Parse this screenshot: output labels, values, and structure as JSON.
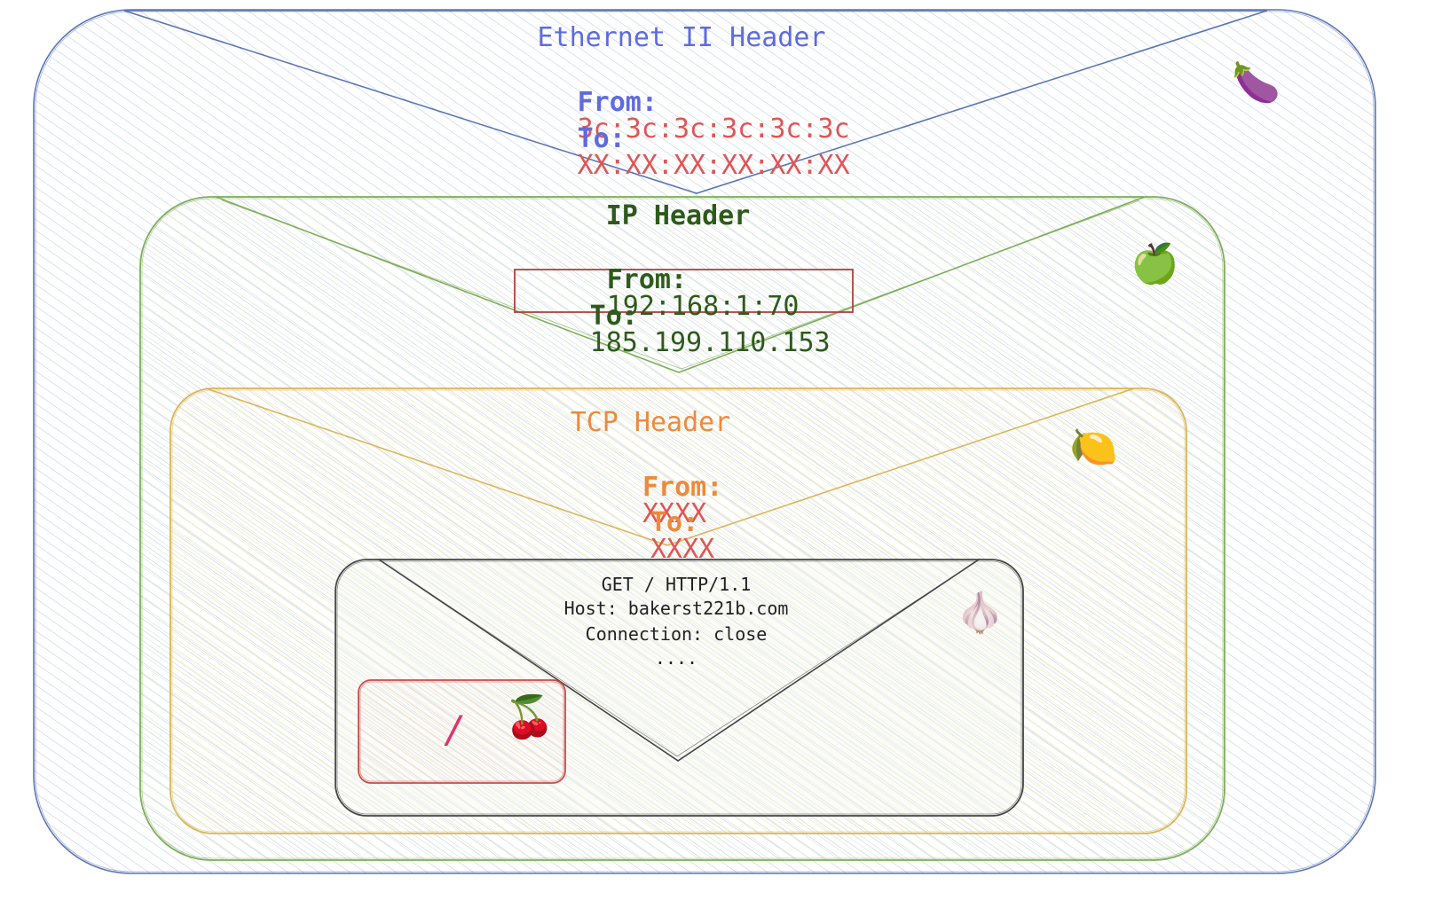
{
  "colors": {
    "ethernet": "#5b76b5",
    "ethernet_title": "#5e6be0",
    "ip": "#7fae5a",
    "ip_text": "#2e5a1b",
    "highlight": "#b24040",
    "tcp": "#d9b65a",
    "tcp_text": "#ee8a3a",
    "value_red": "#e05555",
    "http": "#444444",
    "cherry": "#c94a4a",
    "slash": "#e2336b"
  },
  "ethernet": {
    "title": "Ethernet II Header",
    "from_label": "From:",
    "from_value": "3c:3c:3c:3c:3c:3c",
    "to_label": "To:",
    "to_value": "XX:XX:XX:XX:XX:XX",
    "icon": "eggplant-icon",
    "icon_glyph": "🍆"
  },
  "ip": {
    "title": "IP Header",
    "from_label": "From:",
    "from_value": "192:168:1:70",
    "to_label": "To:",
    "to_value": "185.199.110.153",
    "icon": "green-apple-icon",
    "icon_glyph": "🍏"
  },
  "tcp": {
    "title": "TCP Header",
    "from_label": "From:",
    "from_value": "XXXX",
    "to_label": "To:",
    "to_value": "XXXX",
    "icon": "lemon-icon",
    "icon_glyph": "🍋"
  },
  "http": {
    "lines": [
      "GET / HTTP/1.1",
      "Host: bakerst221b.com",
      "Connection: close",
      "...."
    ],
    "icon": "garlic-icon",
    "icon_glyph": "🧄"
  },
  "payload": {
    "path": "/",
    "icon": "cherries-icon",
    "icon_glyph": "🍒"
  }
}
